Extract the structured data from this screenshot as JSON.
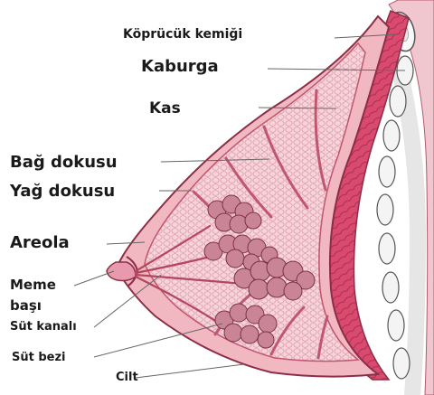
{
  "labels": {
    "clavicle": "Köprücük kemiği",
    "rib": "Kaburga",
    "muscle": "Kas",
    "connective_tissue": "Bağ dokusu",
    "fat_tissue": "Yağ dokusu",
    "areola": "Areola",
    "nipple_line1": "Meme",
    "nipple_line2": "başı",
    "milk_duct": "Süt kanalı",
    "milk_gland": "Süt bezi",
    "skin": "Cilt"
  },
  "colors": {
    "skin_fill": "#f2b8c2",
    "muscle_fill": "#d94a6e",
    "fat_fill": "#f7d3da",
    "lobule_fill": "#c98596",
    "outline": "#8c2e48",
    "rib_fill": "#f4f4f4",
    "leader_line": "#666666"
  }
}
